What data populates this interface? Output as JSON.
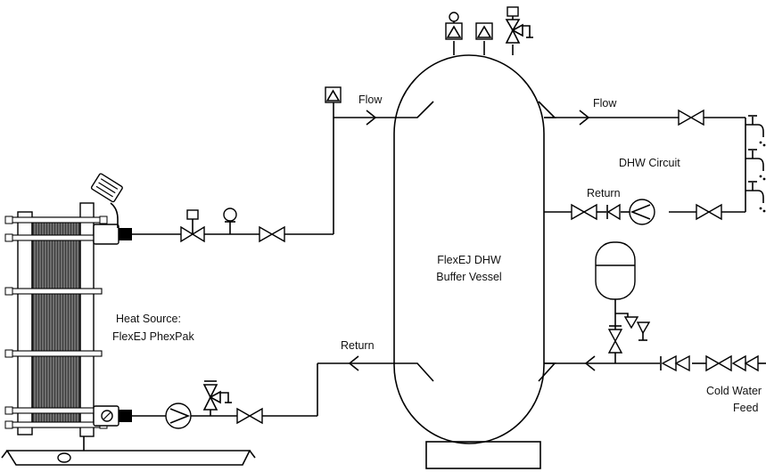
{
  "labels": {
    "flow_left": "Flow",
    "flow_right": "Flow",
    "return_left": "Return",
    "return_right": "Return",
    "dhw_circuit": "DHW Circuit",
    "vessel_line1": "FlexEJ DHW",
    "vessel_line2": "Buffer Vessel",
    "heat_source_line1": "Heat Source:",
    "heat_source_line2": "FlexEJ PhexPak",
    "cold_feed_line1": "Cold Water",
    "cold_feed_line2": "Feed"
  }
}
